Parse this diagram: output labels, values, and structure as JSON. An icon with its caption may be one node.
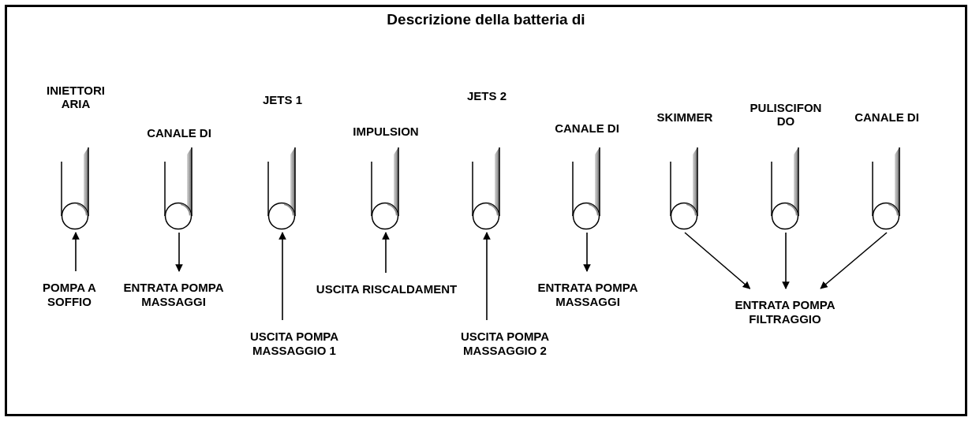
{
  "diagram": {
    "title": "Descrizione della batteria di",
    "nodes": [
      {
        "text": [
          "INIETTORI ARIA"
        ]
      },
      {
        "text": [
          "CANALE DI"
        ]
      },
      {
        "text": [
          "JETS 1"
        ]
      },
      {
        "text": [
          "IMPULSION"
        ]
      },
      {
        "text": [
          "JETS 2"
        ]
      },
      {
        "text": [
          "CANALE DI"
        ]
      },
      {
        "text": [
          "SKIMMER"
        ]
      },
      {
        "text": [
          "PULISCIFON DO"
        ]
      },
      {
        "text": [
          "CANALE DI"
        ]
      },
      {
        "text": [
          "POMPA A SOFFIO"
        ]
      },
      {
        "text": [
          "ENTRATA POMPA MASSAGGI"
        ]
      },
      {
        "text": [
          "USCITA POMPA MASSAGGIO 1"
        ]
      },
      {
        "text": [
          "USCITA RISCALDAMENT"
        ]
      },
      {
        "text": [
          "USCITA POMPA MASSAGGIO 2"
        ]
      },
      {
        "text": [
          "ENTRATA POMPA MASSAGGI"
        ]
      },
      {
        "text": [
          "ENTRATA POMPA FILTRAGGIO"
        ]
      }
    ],
    "edges": [
      {
        "from": 9,
        "to": 0,
        "arrow": "to"
      },
      {
        "from": 1,
        "to": 10,
        "arrow": "to"
      },
      {
        "from": 11,
        "to": 2,
        "arrow": "to"
      },
      {
        "from": 12,
        "to": 3,
        "arrow": "to"
      },
      {
        "from": 13,
        "to": 4,
        "arrow": "to"
      },
      {
        "from": 5,
        "to": 14,
        "arrow": "to"
      },
      {
        "from": 6,
        "to": 15,
        "arrow": "to"
      },
      {
        "from": 7,
        "to": 15,
        "arrow": "to"
      },
      {
        "from": 8,
        "to": 15,
        "arrow": "to"
      }
    ]
  }
}
